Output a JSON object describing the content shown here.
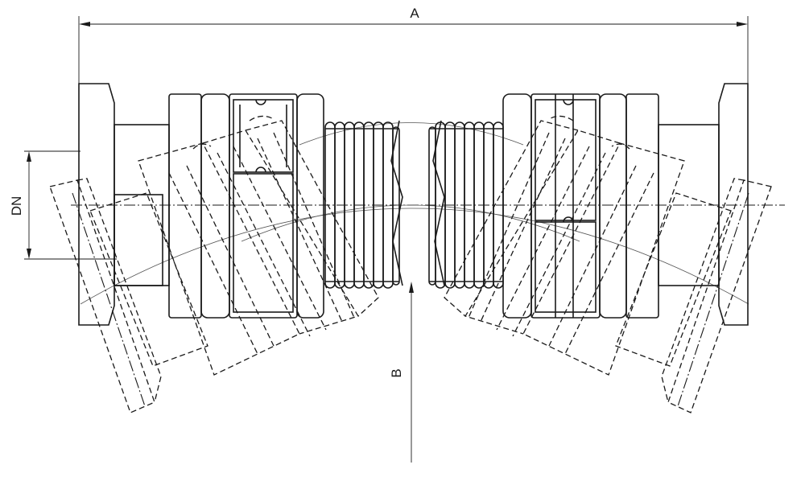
{
  "dimensions": {
    "overall_length_label": "A",
    "nominal_diameter_label": "DN",
    "bend_radius_label": "B"
  },
  "line_color": "#1a1a1a",
  "background_color": "#ffffff"
}
